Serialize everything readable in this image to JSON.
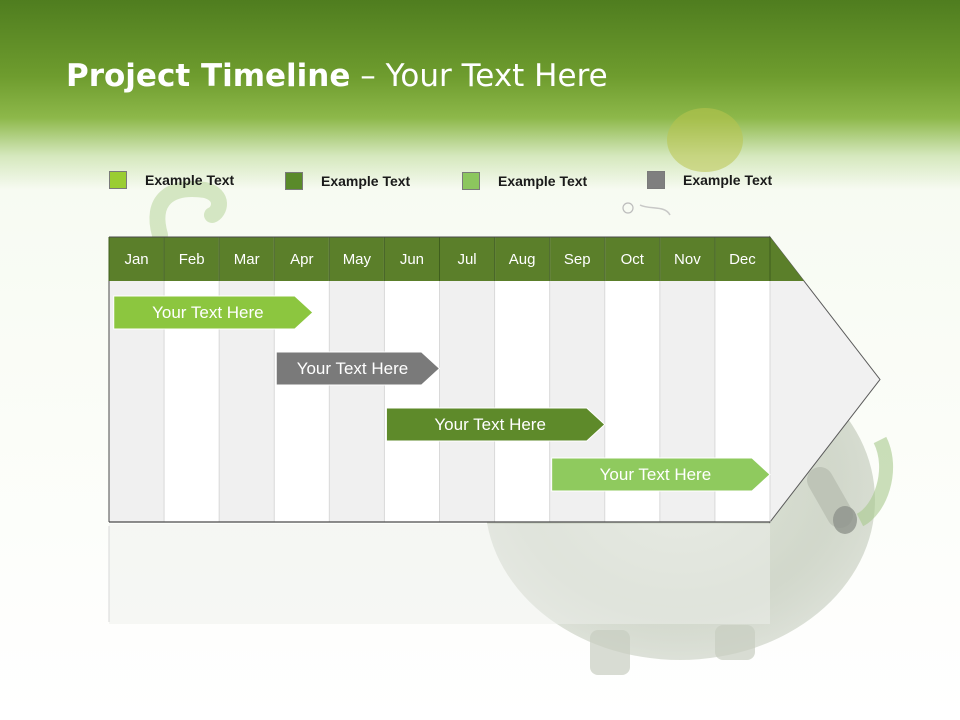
{
  "header": {
    "title_bold": "Project Timeline",
    "title_rest": " – Your Text Here"
  },
  "legend": [
    {
      "label": "Example Text",
      "color": "#9acd32"
    },
    {
      "label": "Example Text",
      "color": "#5a8a2a"
    },
    {
      "label": "Example Text",
      "color": "#8cc65e"
    },
    {
      "label": "Example Text",
      "color": "#7f7f7f"
    }
  ],
  "months": [
    "Jan",
    "Feb",
    "Mar",
    "Apr",
    "May",
    "Jun",
    "Jul",
    "Aug",
    "Sep",
    "Oct",
    "Nov",
    "Dec"
  ],
  "tasks": [
    {
      "label": "Your  Text Here",
      "color": "#8cc63f",
      "start_month": 0.05,
      "end_month": 3.7,
      "row": 0
    },
    {
      "label": "Your  Text Here",
      "color": "#7a7a7a",
      "start_month": 3.0,
      "end_month": 6.0,
      "row": 1
    },
    {
      "label": "Your  Text Here",
      "color": "#5e8a2a",
      "start_month": 5.0,
      "end_month": 9.0,
      "row": 2
    },
    {
      "label": "Your  Text Here",
      "color": "#8fca5e",
      "start_month": 8.0,
      "end_month": 12.0,
      "row": 3
    }
  ],
  "colors": {
    "month_header": "#5b7f2a",
    "col_odd": "#f0f0f0",
    "col_even": "#ffffff"
  }
}
